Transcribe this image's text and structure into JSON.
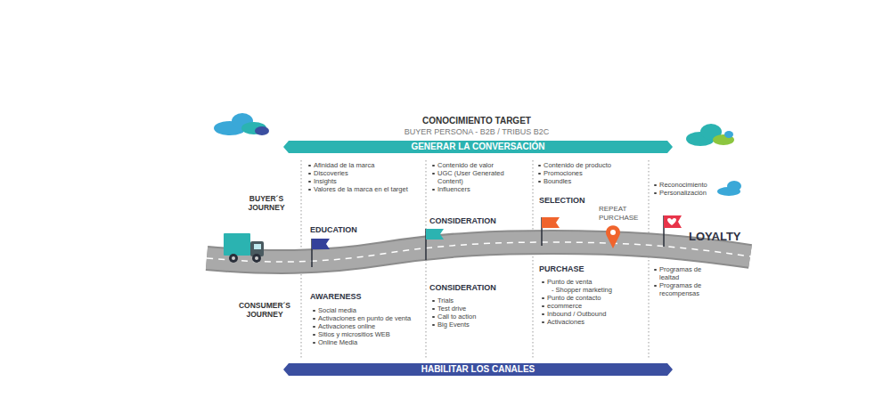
{
  "diagram": {
    "title": "CONOCIMIENTO TARGET",
    "nodes": [
      {
        "text": [
          "GENERAR LA CONVERSACIÓN"
        ]
      },
      {
        "text": [
          "HABILITAR LOS CANALES"
        ]
      }
    ],
    "labels": [
      "BUYER PERSONA - B2B / TRIBUS B2C",
      "BUYER´S JOURNEY",
      "Afinidad de la marca",
      "Discoveries",
      "Insights",
      "Valores de la marca en el target",
      "Contenido de valor",
      "UGC (User Generated Content)",
      "Influencers",
      "Contenido de producto",
      "Promociones",
      "Boundles",
      "Reconocimiento",
      "Personalización",
      "EDUCATION",
      "CONSIDERATION",
      "SELECTION",
      "REPEAT PURCHASE",
      "LOYALTY",
      "CONSUMER´S JOURNEY",
      "AWARENESS",
      "Social media",
      "Activaciones en punto de venta",
      "Activaciones online",
      "Sitios y micrositios WEB",
      "Online Media",
      "CONSIDERATION",
      "Trials",
      "Test drive",
      "Call to action",
      "Big Events",
      "PURCHASE",
      "Punto de venta",
      "- Shopper marketing",
      "Punto de contacto",
      "ecommerce",
      "Inbound / Outbound",
      "Activaciones",
      "Programas de lealtad",
      "Programas de recompensas"
    ]
  }
}
